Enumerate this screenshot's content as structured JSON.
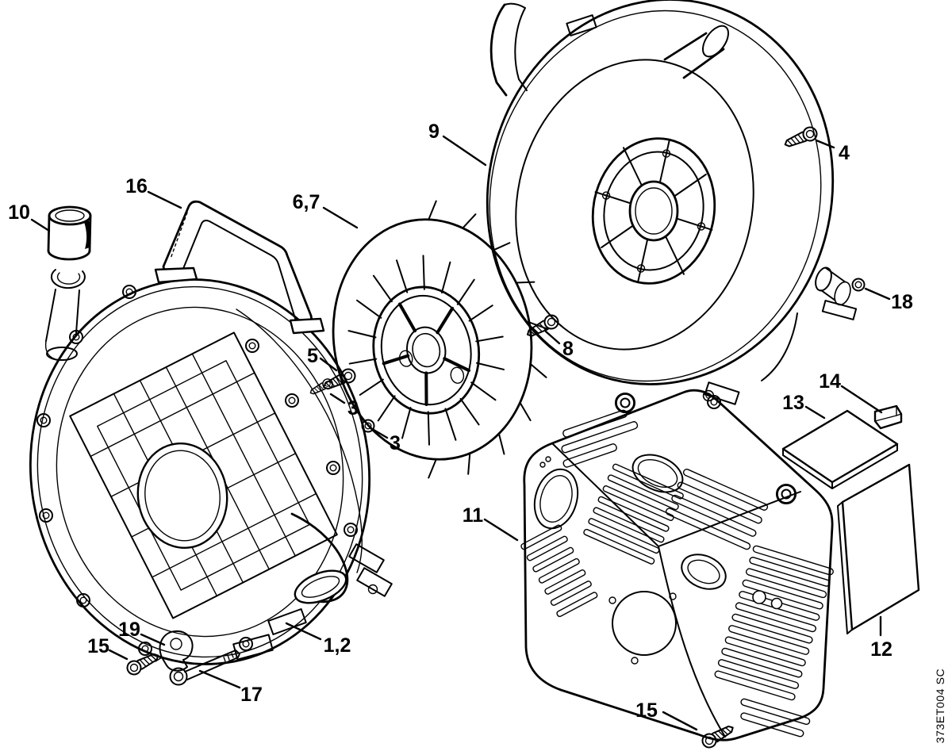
{
  "diagram": {
    "type": "exploded-parts-diagram",
    "background_color": "#ffffff",
    "line_color": "#000000",
    "drawing_code": "373ET004 SC",
    "callouts": [
      {
        "label": "10",
        "part": "fuel-tank-cap"
      },
      {
        "label": "16",
        "part": "carry-handle"
      },
      {
        "label": "6,7",
        "part": "fan-wheel"
      },
      {
        "label": "9",
        "part": "fan-housing"
      },
      {
        "label": "4",
        "part": "screw"
      },
      {
        "label": "18",
        "part": "nut"
      },
      {
        "label": "8",
        "part": "screw"
      },
      {
        "label": "5",
        "part": "screw"
      },
      {
        "label": "3",
        "part": "screw"
      },
      {
        "label": "3",
        "part": "nut"
      },
      {
        "label": "1,2",
        "part": "blower-housing"
      },
      {
        "label": "19",
        "part": "clamp"
      },
      {
        "label": "15",
        "part": "screw"
      },
      {
        "label": "17",
        "part": "bolt"
      },
      {
        "label": "11",
        "part": "engine-cover"
      },
      {
        "label": "13",
        "part": "plate"
      },
      {
        "label": "14",
        "part": "clip"
      },
      {
        "label": "12",
        "part": "plate"
      },
      {
        "label": "15",
        "part": "screw"
      }
    ]
  }
}
